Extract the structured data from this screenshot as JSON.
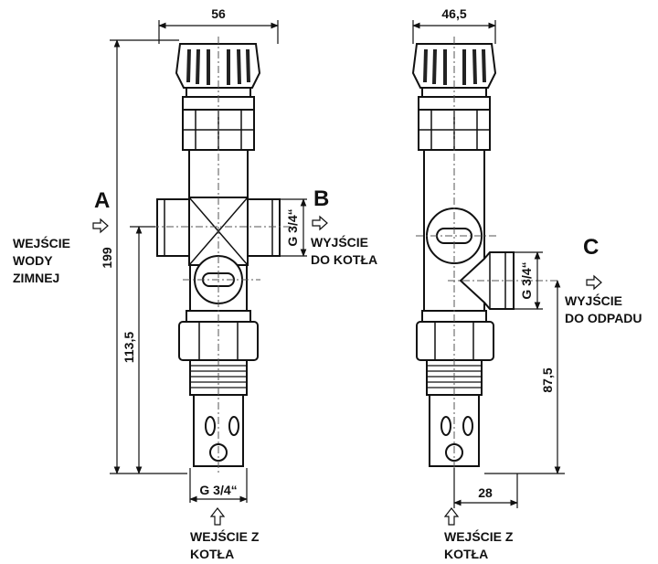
{
  "front_view": {
    "dim_width": "56",
    "dim_total_height": "199",
    "dim_inlet_height": "113,5",
    "thread_side": "G 3/4“",
    "thread_bottom": "G 3/4“",
    "port_a": {
      "letter": "A",
      "line1": "WEJŚCIE",
      "line2": "WODY",
      "line3": "ZIMNEJ"
    },
    "port_b": {
      "letter": "B",
      "line1": "WYJŚCIE",
      "line2": "DO KOTŁA"
    },
    "inlet_bottom": {
      "line1": "WEJŚCIE Z",
      "line2": "KOTŁA"
    }
  },
  "side_view": {
    "dim_width": "46,5",
    "dim_outlet_height": "87,5",
    "dim_bottom_offset": "28",
    "thread_side": "G 3/4“",
    "port_c": {
      "letter": "C",
      "line1": "WYJŚCIE",
      "line2": "DO ODPADU"
    },
    "inlet_bottom": {
      "line1": "WEJŚCIE Z",
      "line2": "KOTŁA"
    }
  }
}
